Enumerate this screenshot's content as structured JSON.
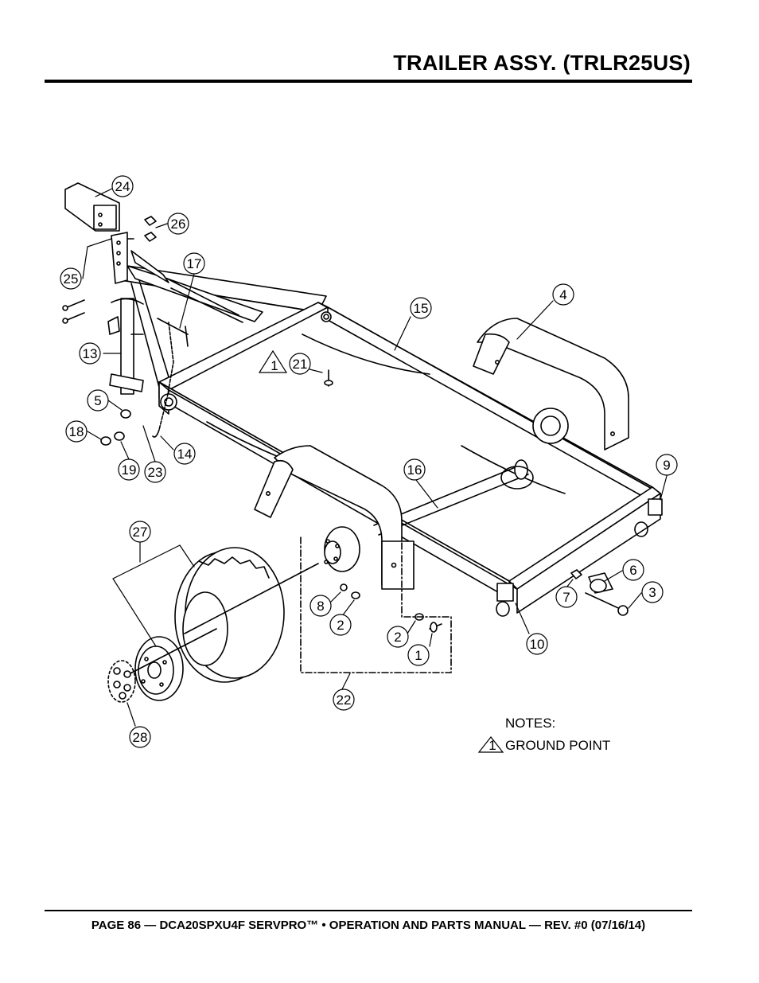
{
  "header": {
    "title": "TRAILER ASSY. (TRLR25US)"
  },
  "footer": {
    "text": "PAGE 86 — DCA20SPXU4F SERVPRO™ • OPERATION AND PARTS MANUAL — REV. #0 (07/16/14)"
  },
  "notes": {
    "heading": "NOTES:",
    "items": [
      {
        "marker": "1",
        "text": "GROUND POINT"
      }
    ]
  },
  "diagram": {
    "ground_marker": "1",
    "callouts": [
      "24",
      "26",
      "17",
      "25",
      "15",
      "4",
      "13",
      "21",
      "5",
      "18",
      "14",
      "19",
      "23",
      "9",
      "16",
      "27",
      "6",
      "7",
      "3",
      "8",
      "2",
      "2",
      "10",
      "1",
      "22",
      "28"
    ]
  }
}
